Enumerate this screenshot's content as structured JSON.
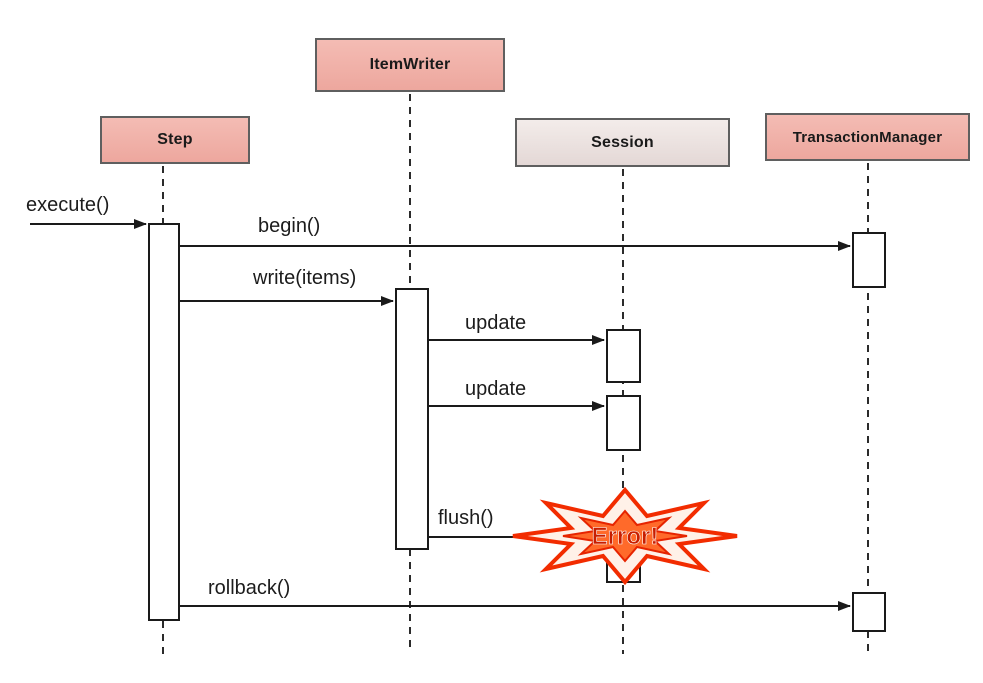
{
  "diagram": {
    "type": "uml-sequence-diagram",
    "participants": [
      {
        "label": "Step"
      },
      {
        "label": "ItemWriter"
      },
      {
        "label": "Session"
      },
      {
        "label": "TransactionManager"
      }
    ],
    "messages": [
      {
        "label": "execute()",
        "from": "external",
        "to": "Step"
      },
      {
        "label": "begin()",
        "from": "Step",
        "to": "TransactionManager"
      },
      {
        "label": "write(items)",
        "from": "Step",
        "to": "ItemWriter"
      },
      {
        "label": "update",
        "from": "ItemWriter",
        "to": "Session"
      },
      {
        "label": "update",
        "from": "ItemWriter",
        "to": "Session"
      },
      {
        "label": "flush()",
        "from": "ItemWriter",
        "to": "Session"
      },
      {
        "label": "rollback()",
        "from": "Step",
        "to": "TransactionManager"
      }
    ],
    "error": {
      "label": "Error!"
    },
    "colors": {
      "participant_fill": "#f0b1aa",
      "session_fill": "#ece2e0",
      "box_border": "#5f5f5f",
      "line": "#1a1a1a",
      "explosion_stroke": "#f22c00",
      "explosion_fill": "#ff6a2a",
      "error_text": "#ffffff"
    }
  }
}
